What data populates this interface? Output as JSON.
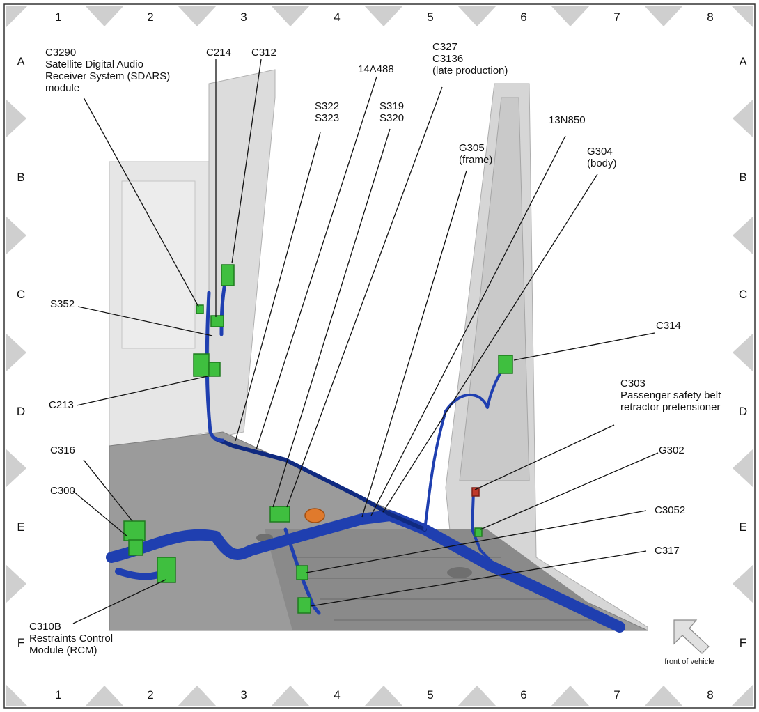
{
  "grid": {
    "columns": [
      "1",
      "2",
      "3",
      "4",
      "5",
      "6",
      "7",
      "8"
    ],
    "rows": [
      "A",
      "B",
      "C",
      "D",
      "E",
      "F"
    ]
  },
  "callouts": [
    {
      "id": "c3290",
      "lines": [
        "C3290",
        "Satellite Digital Audio",
        "Receiver System (SDARS)",
        "module"
      ]
    },
    {
      "id": "c214",
      "lines": [
        "C214"
      ]
    },
    {
      "id": "c312",
      "lines": [
        "C312"
      ]
    },
    {
      "id": "s322",
      "lines": [
        "S322",
        "S323"
      ]
    },
    {
      "id": "a14a488",
      "lines": [
        "14A488"
      ]
    },
    {
      "id": "s319",
      "lines": [
        "S319",
        "S320"
      ]
    },
    {
      "id": "c327",
      "lines": [
        "C327",
        "C3136",
        "(late production)"
      ]
    },
    {
      "id": "g305",
      "lines": [
        "G305",
        "(frame)"
      ]
    },
    {
      "id": "n13n850",
      "lines": [
        "13N850"
      ]
    },
    {
      "id": "g304",
      "lines": [
        "G304",
        "(body)"
      ]
    },
    {
      "id": "s352",
      "lines": [
        "S352"
      ]
    },
    {
      "id": "c213",
      "lines": [
        "C213"
      ]
    },
    {
      "id": "c314",
      "lines": [
        "C314"
      ]
    },
    {
      "id": "c303",
      "lines": [
        "C303",
        "Passenger safety belt",
        "retractor pretensioner"
      ]
    },
    {
      "id": "g302",
      "lines": [
        "G302"
      ]
    },
    {
      "id": "c316",
      "lines": [
        "C316"
      ]
    },
    {
      "id": "c300",
      "lines": [
        "C300"
      ]
    },
    {
      "id": "c3052",
      "lines": [
        "C3052"
      ]
    },
    {
      "id": "c317",
      "lines": [
        "C317"
      ]
    },
    {
      "id": "c310b",
      "lines": [
        "C310B",
        "Restraints Control",
        "Module (RCM)"
      ]
    }
  ],
  "front_of_vehicle": "front of vehicle",
  "colors": {
    "harness": "#1f3fb0",
    "harness_dark": "#102a80",
    "connector": "#3fbf3f",
    "connector_dark": "#1f7a1f",
    "body_panel": "#d4d4d4",
    "floor": "#8e8e8e",
    "marker": "#cfcfcf"
  }
}
